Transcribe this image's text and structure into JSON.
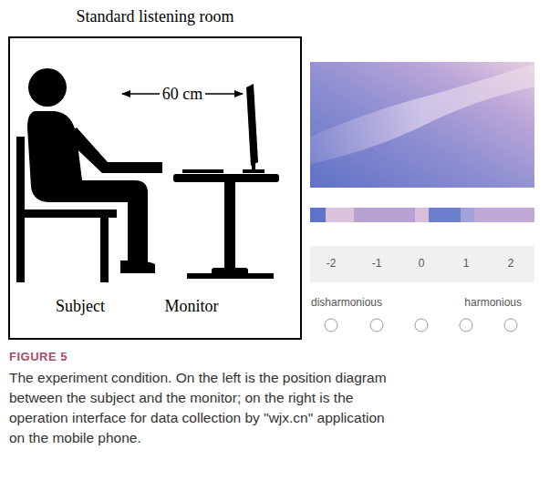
{
  "diagram": {
    "title": "FIGURE 5",
    "caption": "The experiment condition. On the left is the position diagram between the subject and the monitor; on the right is the operation interface for data collection by \"wjx.cn\" application on the mobile phone.",
    "nodes": [
      {
        "text": [
          "Standard listening room"
        ]
      }
    ],
    "labels": [
      "60 cm",
      "Subject",
      "Monitor",
      "-2",
      "-1",
      "0",
      "1",
      "2",
      "disharmonious",
      "harmonious"
    ]
  }
}
